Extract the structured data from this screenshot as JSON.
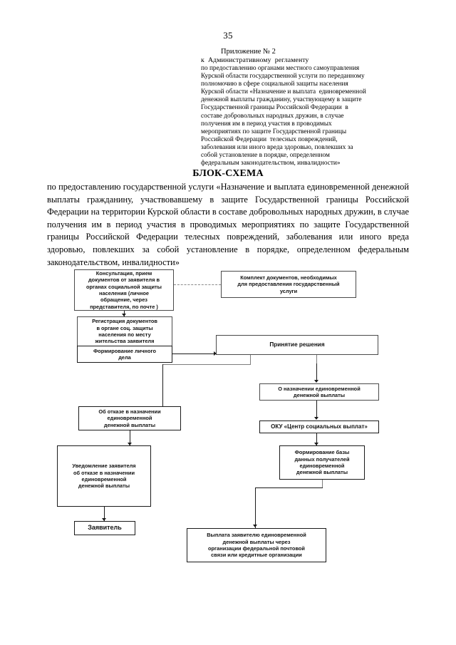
{
  "document": {
    "page_number": "35",
    "appendix": {
      "title": "Приложение № 2",
      "lines": [
        "к  Административному  регламенту",
        "по предоставлению органами местного самоуправления",
        "Курской области государственной услуги по переданному",
        "полномочию в сфере социальной защиты населения",
        "Курской области «Назначение и выплата  единовременной",
        "денежной выплаты гражданину, участвующему в защите",
        "Государственной границы Российской Федерации  в",
        "составе добровольных народных дружин, в случае",
        "получения им в период участия в проводимых",
        "мероприятиях по защите Государственной границы",
        "Российской Федерации  телесных повреждений,",
        "заболевания или иного вреда здоровью, повлекших за",
        "собой установление в порядке, определенном",
        "федеральным законодательством, инвалидности»"
      ]
    },
    "scheme_title": "БЛОК-СХЕМА",
    "intro_paragraph": "по предоставлению государственной услуги «Назначение и выплата единовременной денежной выплаты гражданину, участвовавшему в защите Государственной границы Российской Федерации на территории Курской области в составе добровольных народных дружин, в случае получения им в период участия в проводимых мероприятиях по защите Государственной границы Российской Федерации телесных повреждений, заболевания или иного вреда здоровью, повлекших за собой установление в порядке, определенном федеральным законодательством, инвалидности»"
  },
  "flowchart": {
    "nodes": [
      {
        "id": "consultation",
        "text": "Консультация, прием\nдокументов от заявителя в\nорганах социальной защиты\nнаселения  (личное\nобращение, через\nпредставителя, по почте )"
      },
      {
        "id": "documents-set",
        "text": "Комплект документов, необходимых\nдля предоставления государственный\nуслуги"
      },
      {
        "id": "registration",
        "text": "Регистрация документов\nв органе соц. защиты\nнаселения по месту\nжительства заявителя"
      },
      {
        "id": "personal-file",
        "text": "Формирование личного\nдела"
      },
      {
        "id": "decision",
        "text": "Принятие решения"
      },
      {
        "id": "grant-payment",
        "text": "О назначении единовременной\nденежной выплаты"
      },
      {
        "id": "refusal",
        "text": "Об отказе в назначении\nединовременной\nденежной выплаты"
      },
      {
        "id": "oku-center",
        "text": "ОКУ «Центр социальных выплат»"
      },
      {
        "id": "database",
        "text": "Формирование базы\nданных получателей\nединовременной\nденежной выплаты"
      },
      {
        "id": "refusal-notice",
        "text": "Уведомление заявителя\nоб отказе в назначении\nединовременной\nденежной выплаты"
      },
      {
        "id": "applicant",
        "text": "Заявитель"
      },
      {
        "id": "payment",
        "text": "Выплата заявителю единовременной\nденежной выплаты через\nорганизации федеральной почтовой\nсвязи или кредитные организации"
      }
    ]
  },
  "colors": {
    "ink": "#121212",
    "line": "#1a1a1a",
    "soft_line": "#7d7d7d",
    "page": "#ffffff"
  }
}
